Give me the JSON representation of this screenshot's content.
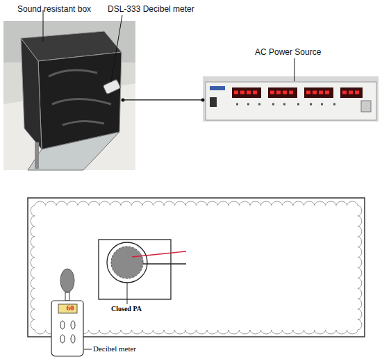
{
  "diagram": {
    "nodes": [
      {
        "text": [
          "Sound resistant box",
          "DSL-333 Decibel meter"
        ]
      },
      {
        "text": [
          "AC Power Source"
        ]
      }
    ],
    "edges": [
      {
        "from": 0,
        "to": 1,
        "arrow": "none"
      }
    ],
    "labels": [
      "60",
      "Closed PA",
      "Decibel meter"
    ]
  }
}
